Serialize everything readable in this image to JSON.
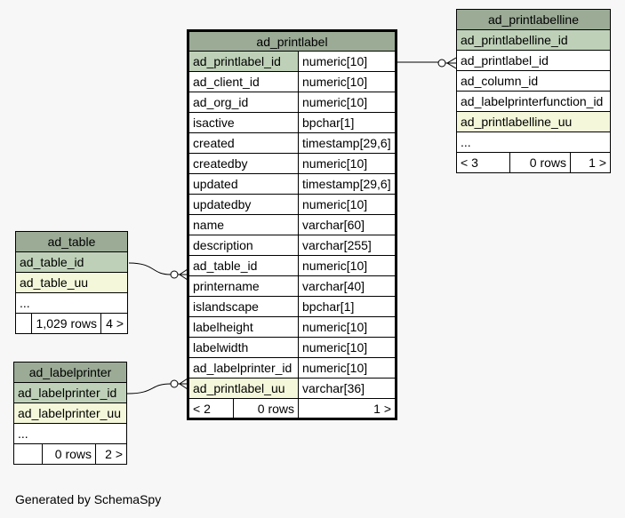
{
  "footer": "Generated by SchemaSpy",
  "main_table": {
    "name": "ad_printlabel",
    "columns": [
      {
        "name": "ad_printlabel_id",
        "type": "numeric[10]"
      },
      {
        "name": "ad_client_id",
        "type": "numeric[10]"
      },
      {
        "name": "ad_org_id",
        "type": "numeric[10]"
      },
      {
        "name": "isactive",
        "type": "bpchar[1]"
      },
      {
        "name": "created",
        "type": "timestamp[29,6]"
      },
      {
        "name": "createdby",
        "type": "numeric[10]"
      },
      {
        "name": "updated",
        "type": "timestamp[29,6]"
      },
      {
        "name": "updatedby",
        "type": "numeric[10]"
      },
      {
        "name": "name",
        "type": "varchar[60]"
      },
      {
        "name": "description",
        "type": "varchar[255]"
      },
      {
        "name": "ad_table_id",
        "type": "numeric[10]"
      },
      {
        "name": "printername",
        "type": "varchar[40]"
      },
      {
        "name": "islandscape",
        "type": "bpchar[1]"
      },
      {
        "name": "labelheight",
        "type": "numeric[10]"
      },
      {
        "name": "labelwidth",
        "type": "numeric[10]"
      },
      {
        "name": "ad_labelprinter_id",
        "type": "numeric[10]"
      },
      {
        "name": "ad_printlabel_uu",
        "type": "varchar[36]"
      }
    ],
    "footer": {
      "parents": "< 2",
      "rows": "0 rows",
      "children": "1 >"
    }
  },
  "ad_printlabelline": {
    "name": "ad_printlabelline",
    "columns": [
      "ad_printlabelline_id",
      "ad_printlabel_id",
      "ad_column_id",
      "ad_labelprinterfunction_id",
      "ad_printlabelline_uu",
      "..."
    ],
    "footer": {
      "parents": "< 3",
      "rows": "0 rows",
      "children": "1 >"
    }
  },
  "ad_table": {
    "name": "ad_table",
    "columns": [
      "ad_table_id",
      "ad_table_uu",
      "..."
    ],
    "footer": {
      "parents": "",
      "rows": "1,029 rows",
      "children": "4 >"
    }
  },
  "ad_labelprinter": {
    "name": "ad_labelprinter",
    "columns": [
      "ad_labelprinter_id",
      "ad_labelprinter_uu",
      "..."
    ],
    "footer": {
      "parents": "",
      "rows": "0 rows",
      "children": "2 >"
    }
  }
}
